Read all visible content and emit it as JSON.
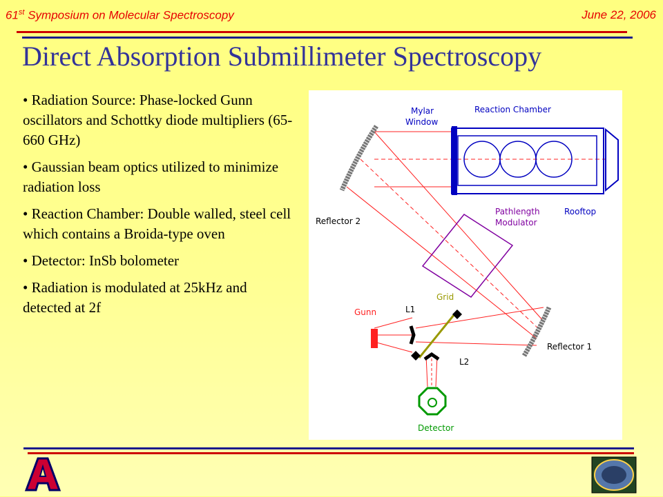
{
  "header": {
    "symposium_prefix": "61",
    "symposium_sup": "st",
    "symposium_rest": " Symposium on Molecular Spectroscopy",
    "date": "June 22, 2006"
  },
  "title": "Direct Absorption Submillimeter Spectroscopy",
  "bullets": [
    "• Radiation Source:  Phase-locked Gunn oscillators and Schottky diode multipliers (65-660 GHz)",
    "• Gaussian beam optics utilized to minimize radiation loss",
    "• Reaction Chamber:  Double walled, steel cell which contains a Broida-type oven",
    "• Detector:  InSb bolometer",
    "• Radiation is modulated at 25kHz and detected at 2f"
  ],
  "diagram": {
    "mylar_line1": "Mylar",
    "mylar_line2": "Window",
    "reaction_chamber": "Reaction Chamber",
    "reflector2": "Reflector 2",
    "pathlength_line1": "Pathlength",
    "pathlength_line2": "Modulator",
    "rooftop": "Rooftop",
    "grid": "Grid",
    "l1": "L1",
    "gunn": "Gunn",
    "reflector1": "Reflector 1",
    "l2": "L2",
    "detector": "Detector"
  },
  "colors": {
    "header_text": "#e60000",
    "title_text": "#333399",
    "rule_red": "#cc0000",
    "rule_blue": "#1a1a8c",
    "diagram_blue": "#0000c0",
    "diagram_red": "#ff2020",
    "diagram_purple": "#8000a0",
    "diagram_green": "#009900"
  }
}
